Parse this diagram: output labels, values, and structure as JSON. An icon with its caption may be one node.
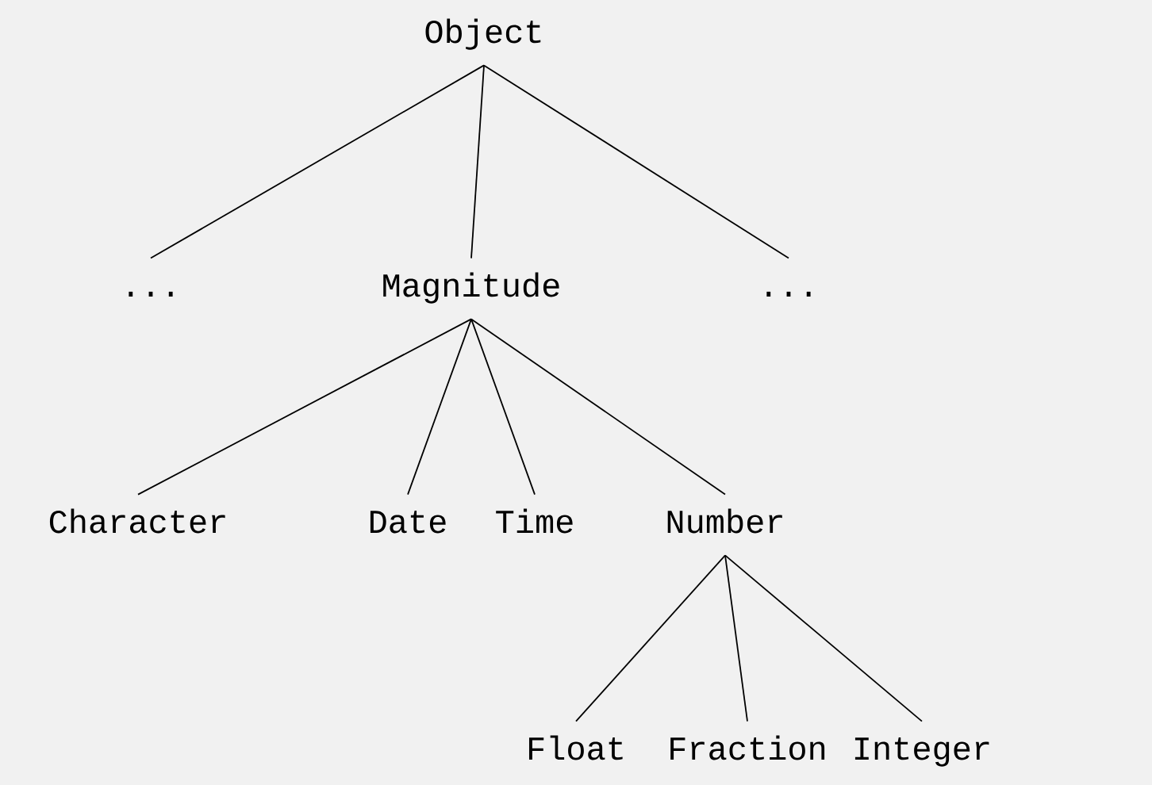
{
  "diagram": {
    "nodes": [
      {
        "text": [
          "Object"
        ]
      },
      {
        "text": [
          "..."
        ]
      },
      {
        "text": [
          "Magnitude"
        ]
      },
      {
        "text": [
          "..."
        ]
      },
      {
        "text": [
          "Character"
        ]
      },
      {
        "text": [
          "Date"
        ]
      },
      {
        "text": [
          "Time"
        ]
      },
      {
        "text": [
          "Number"
        ]
      },
      {
        "text": [
          "Float"
        ]
      },
      {
        "text": [
          "Fraction"
        ]
      },
      {
        "text": [
          "Integer"
        ]
      }
    ],
    "edges": [
      {
        "from": 0,
        "to": 1,
        "arrow": "none"
      },
      {
        "from": 0,
        "to": 2,
        "arrow": "none"
      },
      {
        "from": 0,
        "to": 3,
        "arrow": "none"
      },
      {
        "from": 2,
        "to": 4,
        "arrow": "none"
      },
      {
        "from": 2,
        "to": 5,
        "arrow": "none"
      },
      {
        "from": 2,
        "to": 6,
        "arrow": "none"
      },
      {
        "from": 2,
        "to": 7,
        "arrow": "none"
      },
      {
        "from": 7,
        "to": 8,
        "arrow": "none"
      },
      {
        "from": 7,
        "to": 9,
        "arrow": "none"
      },
      {
        "from": 7,
        "to": 10,
        "arrow": "none"
      }
    ]
  }
}
